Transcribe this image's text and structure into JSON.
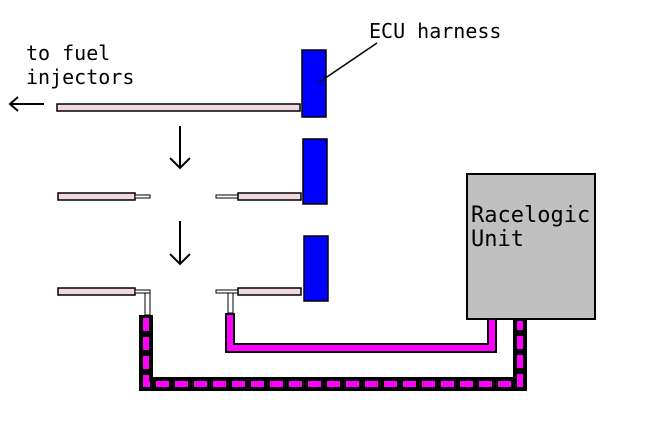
{
  "labels": {
    "to_fuel_line1": "to fuel",
    "to_fuel_line2": "injectors",
    "ecu_harness": "ECU harness",
    "unit_line1": "Racelogic",
    "unit_line2": "Unit"
  },
  "colors": {
    "background": "#ffffff",
    "outline": "#000000",
    "ecu_block": "#0000ff",
    "wire_fill": "#f2d9df",
    "wire_core": "#ffffff",
    "cable": "#ff00ff",
    "unit_fill": "#c0c0c0"
  },
  "icons": {
    "left_arrow": "left-arrow-icon",
    "down_arrow": "down-arrow-icon"
  }
}
